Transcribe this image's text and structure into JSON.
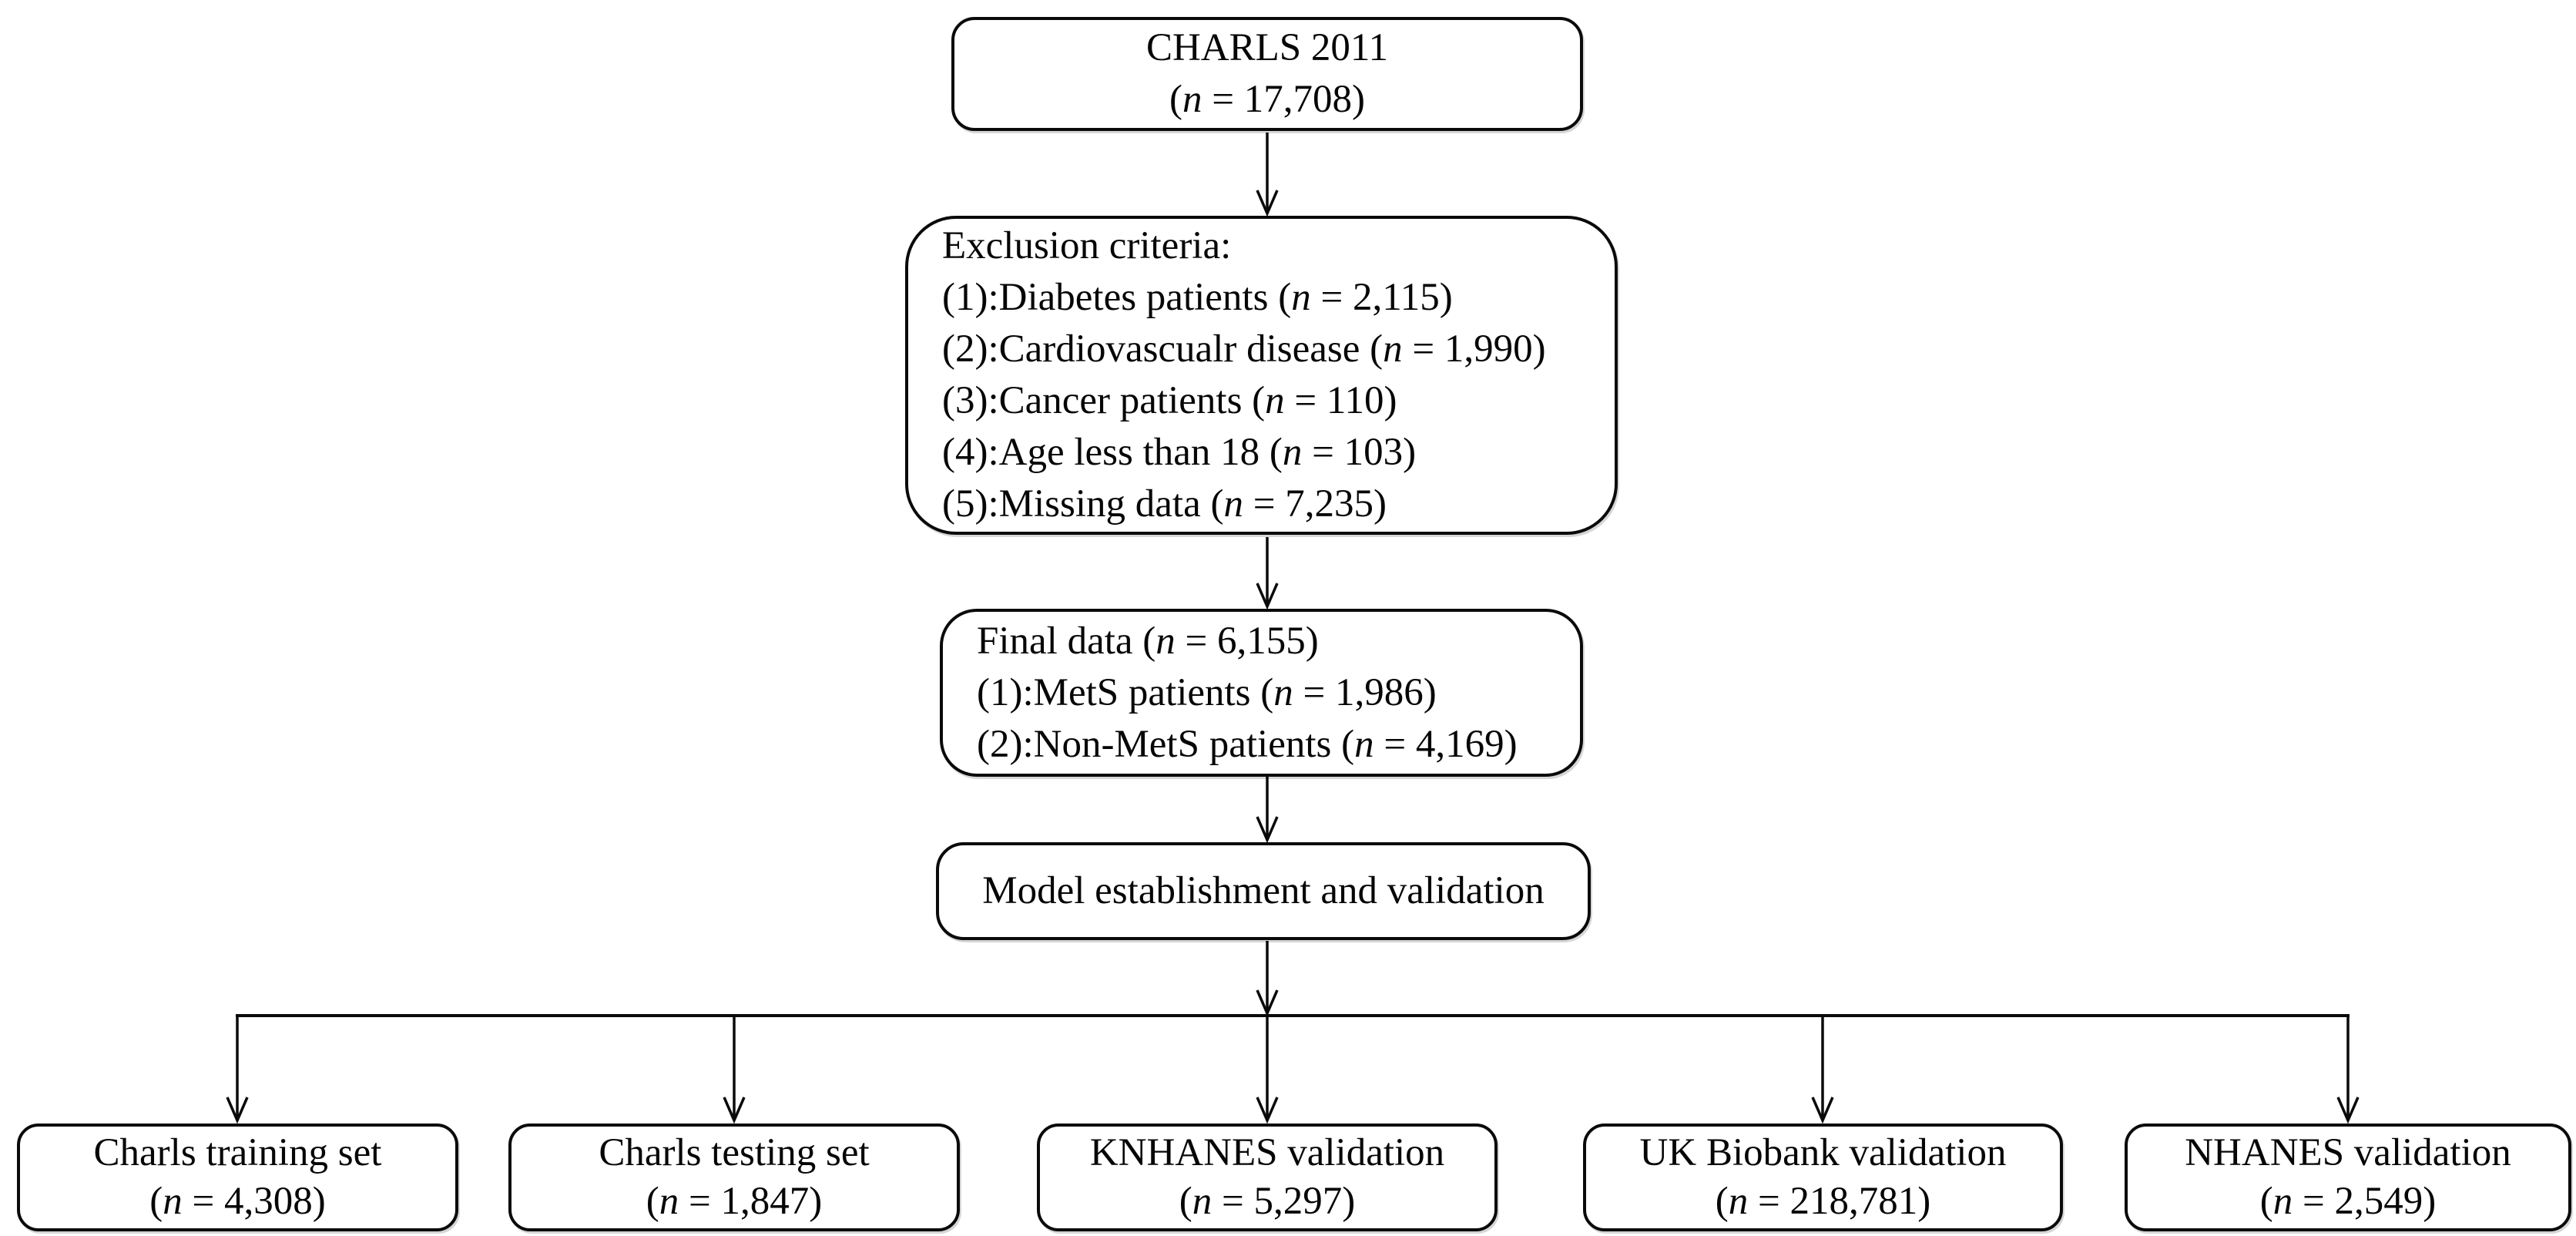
{
  "figure": {
    "type": "participant-flow-diagram",
    "background_color": "#ffffff",
    "line_color": "#0a0a0a",
    "text_color": "#060606"
  },
  "nodes": {
    "charls": {
      "lines": [
        [
          {
            "t": "CHARLS 2011"
          }
        ],
        [
          {
            "t": "("
          },
          {
            "t": "n",
            "i": true
          },
          {
            "t": " = 17,708)"
          }
        ]
      ]
    },
    "exclusion": {
      "lines": [
        [
          {
            "t": "Exclusion criteria:"
          }
        ],
        [
          {
            "t": "(1):Diabetes patients ("
          },
          {
            "t": "n",
            "i": true
          },
          {
            "t": " = 2,115)"
          }
        ],
        [
          {
            "t": "(2):Cardiovascualr disease ("
          },
          {
            "t": "n",
            "i": true
          },
          {
            "t": " = 1,990)"
          }
        ],
        [
          {
            "t": "(3):Cancer patients ("
          },
          {
            "t": "n",
            "i": true
          },
          {
            "t": " = 110)"
          }
        ],
        [
          {
            "t": "(4):Age less than 18 ("
          },
          {
            "t": "n",
            "i": true
          },
          {
            "t": " = 103)"
          }
        ],
        [
          {
            "t": "(5):Missing data ("
          },
          {
            "t": "n",
            "i": true
          },
          {
            "t": " = 7,235)"
          }
        ]
      ]
    },
    "final": {
      "lines": [
        [
          {
            "t": "Final data ("
          },
          {
            "t": "n",
            "i": true
          },
          {
            "t": " = 6,155)"
          }
        ],
        [
          {
            "t": "(1):MetS patients ("
          },
          {
            "t": "n",
            "i": true
          },
          {
            "t": " = 1,986)"
          }
        ],
        [
          {
            "t": "(2):Non-MetS patients ("
          },
          {
            "t": "n",
            "i": true
          },
          {
            "t": " = 4,169)"
          }
        ]
      ]
    },
    "model": {
      "lines": [
        [
          {
            "t": "Model establishment and validation"
          }
        ]
      ]
    },
    "training": {
      "lines": [
        [
          {
            "t": "Charls training set"
          }
        ],
        [
          {
            "t": "("
          },
          {
            "t": "n",
            "i": true
          },
          {
            "t": " = 4,308)"
          }
        ]
      ]
    },
    "testing": {
      "lines": [
        [
          {
            "t": "Charls testing set"
          }
        ],
        [
          {
            "t": "("
          },
          {
            "t": "n",
            "i": true
          },
          {
            "t": " = 1,847)"
          }
        ]
      ]
    },
    "knhanes": {
      "lines": [
        [
          {
            "t": "KNHANES validation"
          }
        ],
        [
          {
            "t": "("
          },
          {
            "t": "n",
            "i": true
          },
          {
            "t": " = 5,297)"
          }
        ]
      ]
    },
    "ukbiobank": {
      "lines": [
        [
          {
            "t": "UK Biobank validation"
          }
        ],
        [
          {
            "t": "("
          },
          {
            "t": "n",
            "i": true
          },
          {
            "t": " = 218,781)"
          }
        ]
      ]
    },
    "nhanes": {
      "lines": [
        [
          {
            "t": "NHANES validation"
          }
        ],
        [
          {
            "t": "("
          },
          {
            "t": "n",
            "i": true
          },
          {
            "t": " = 2,549)"
          }
        ]
      ]
    }
  }
}
